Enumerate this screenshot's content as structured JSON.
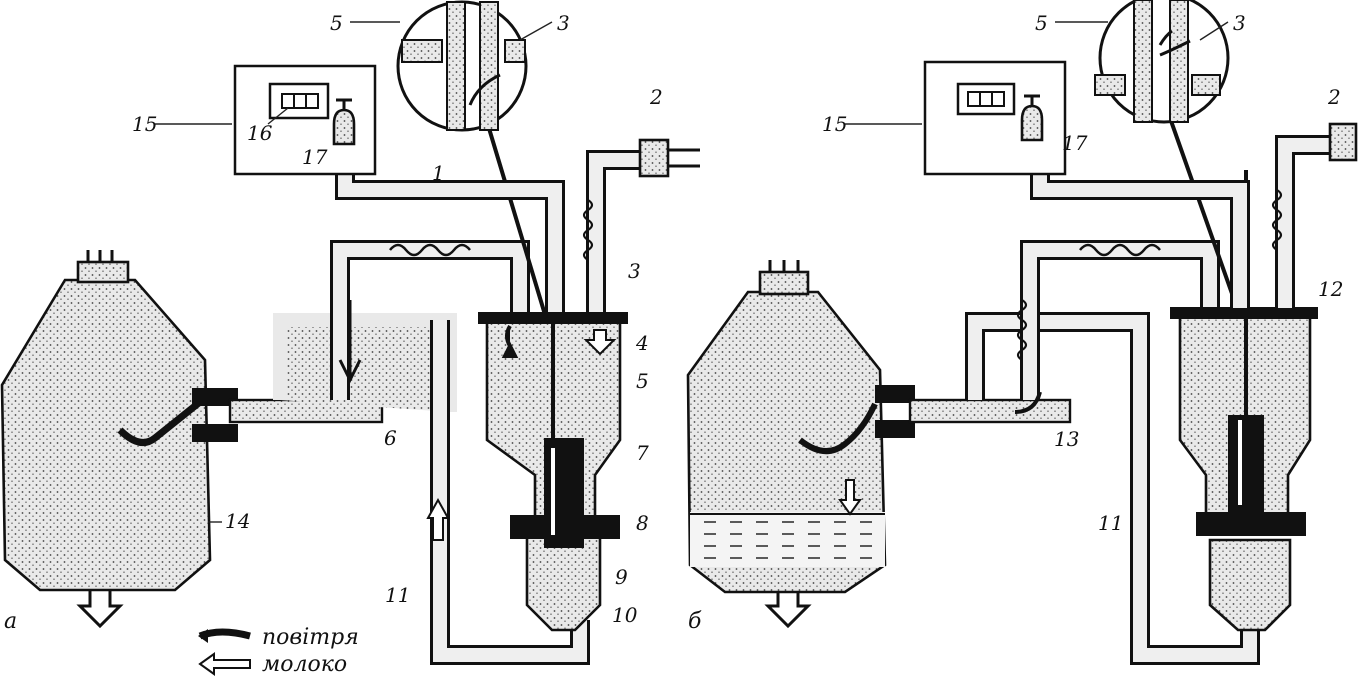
{
  "panels": {
    "a": {
      "letter": "а"
    },
    "b": {
      "letter": "б"
    }
  },
  "labels_a": {
    "n1": "1",
    "n2": "2",
    "n3": "3",
    "n3b": "3",
    "n4": "4",
    "n5": "5",
    "n5b": "5",
    "n6": "6",
    "n7": "7",
    "n8": "8",
    "n9": "9",
    "n10": "10",
    "n11": "11",
    "n14": "14",
    "n15": "15",
    "n16": "16",
    "n17": "17"
  },
  "labels_b": {
    "n2": "2",
    "n3": "3",
    "n5": "5",
    "n11": "11",
    "n12": "12",
    "n13": "13",
    "n15": "15",
    "n17": "17"
  },
  "legend": {
    "air": "повітря",
    "milk": "молоко"
  },
  "colors": {
    "ink": "#111111",
    "paper": "#ffffff"
  }
}
